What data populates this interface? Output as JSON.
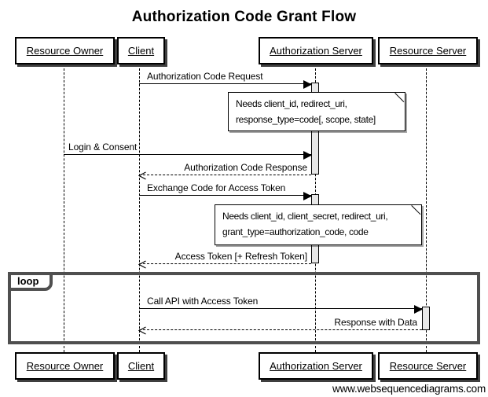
{
  "title": "Authorization Code Grant Flow",
  "watermark": "www.websequencediagrams.com",
  "colors": {
    "background": "#ffffff",
    "line": "#000000",
    "activation_fill": "#e8e8e8",
    "loop_border": "#4f4f4f",
    "box_fill": "#ffffff",
    "box_shadow": "#3f3f3f"
  },
  "actors": [
    {
      "label": "Resource Owner"
    },
    {
      "label": "Client"
    },
    {
      "label": "Authorization Server"
    },
    {
      "label": "Resource Server"
    }
  ],
  "messages": [
    {
      "label": "Authorization Code Request",
      "from": "Client",
      "to": "Authorization Server",
      "style": "solid"
    },
    {
      "label": "Login & Consent",
      "from": "Resource Owner",
      "to": "Authorization Server",
      "style": "solid"
    },
    {
      "label": "Authorization Code Response",
      "from": "Authorization Server",
      "to": "Client",
      "style": "dashed"
    },
    {
      "label": "Exchange Code for Access Token",
      "from": "Client",
      "to": "Authorization Server",
      "style": "solid"
    },
    {
      "label": "Access Token [+ Refresh Token]",
      "from": "Authorization Server",
      "to": "Client",
      "style": "dashed"
    },
    {
      "label": "Call API with Access Token",
      "from": "Client",
      "to": "Resource Server",
      "style": "solid"
    },
    {
      "label": "Response with Data",
      "from": "Resource Server",
      "to": "Client",
      "style": "dashed"
    }
  ],
  "notes": [
    {
      "line1": "Needs client_id, redirect_uri,",
      "line2": "response_type=code[, scope, state]"
    },
    {
      "line1": "Needs client_id, client_secret, redirect_uri,",
      "line2": "grant_type=authorization_code, code"
    }
  ],
  "loop": {
    "label": "loop"
  }
}
